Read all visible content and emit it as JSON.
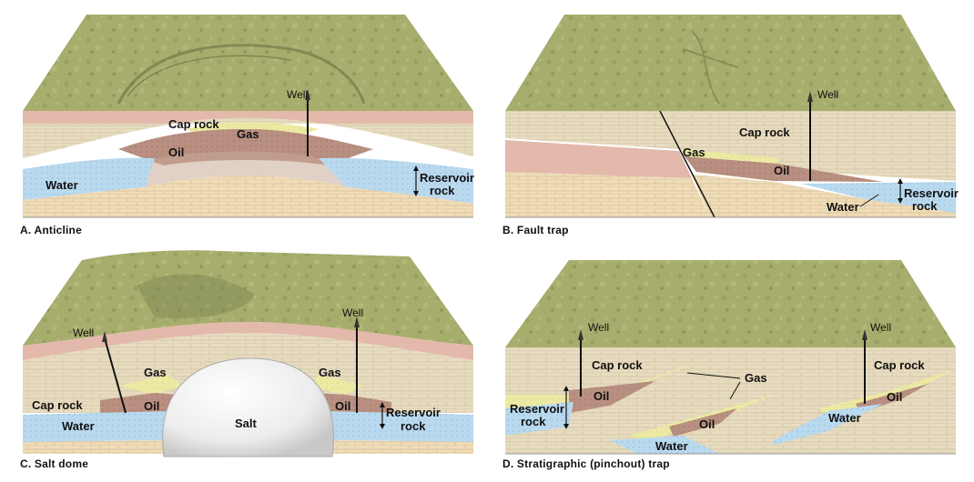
{
  "panels": {
    "a": {
      "caption": "A. Anticline",
      "labels": {
        "cap_rock": "Cap rock",
        "gas": "Gas",
        "oil": "Oil",
        "water": "Water",
        "well": "Well",
        "reservoir_1": "Reservoir",
        "reservoir_2": "rock"
      }
    },
    "b": {
      "caption": "B. Fault trap",
      "labels": {
        "cap_rock": "Cap rock",
        "gas": "Gas",
        "oil": "Oil",
        "water": "Water",
        "well": "Well",
        "reservoir_1": "Reservoir",
        "reservoir_2": "rock"
      }
    },
    "c": {
      "caption": "C. Salt dome",
      "labels": {
        "well_left": "Well",
        "well_right": "Well",
        "gas_left": "Gas",
        "gas_right": "Gas",
        "cap_rock": "Cap rock",
        "oil_left": "Oil",
        "oil_right": "Oil",
        "water": "Water",
        "salt": "Salt",
        "reservoir_1": "Reservoir",
        "reservoir_2": "rock"
      }
    },
    "d": {
      "caption": "D. Stratigraphic (pinchout) trap",
      "labels": {
        "well_left": "Well",
        "well_right": "Well",
        "cap_rock_left": "Cap rock",
        "cap_rock_right": "Cap rock",
        "gas": "Gas",
        "oil_1": "Oil",
        "oil_2": "Oil",
        "oil_3": "Oil",
        "water_1": "Water",
        "water_2": "Water",
        "reservoir_1": "Reservoir",
        "reservoir_2": "rock"
      }
    }
  },
  "colors": {
    "terrain": "#a7ad6c",
    "terrain_dark": "#7d8350",
    "cap_rock": "#e6d9b8",
    "pink_layer": "#e2b9ab",
    "gas": "#ece9a3",
    "oil": "#b88f80",
    "water": "#b9d9ee",
    "sand": "#efdcb8",
    "sand_dark": "#d9c097",
    "salt": "#f2f2f2"
  }
}
